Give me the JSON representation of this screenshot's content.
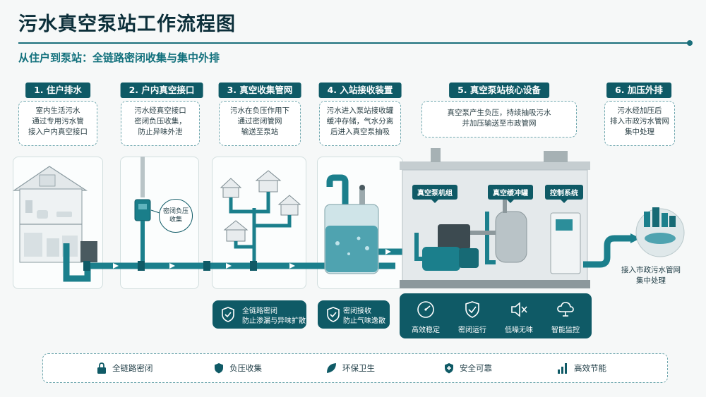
{
  "title": "污水真空泵站工作流程图",
  "subtitle": "从住户到泵站：全链路密闭收集与集中外排",
  "steps": [
    {
      "title": "1. 住户排水",
      "desc": [
        "室内生活污水",
        "通过专用污水管",
        "接入户内真空接口"
      ]
    },
    {
      "title": "2. 户内真空接口",
      "desc": [
        "污水经真空接口",
        "密闭负压收集，",
        "防止异味外泄"
      ]
    },
    {
      "title": "3. 真空收集管网",
      "desc": [
        "污水在负压作用下",
        "通过密闭管网",
        "输送至泵站"
      ]
    },
    {
      "title": "4. 入站接收装置",
      "desc": [
        "污水进入泵站接收罐",
        "缓冲存储，气水分离",
        "后进入真空泵抽吸"
      ]
    },
    {
      "title": "5. 真空泵站核心设备",
      "desc": [
        "真空泵产生负压，持续抽吸污水",
        "并加压输送至市政管网"
      ]
    },
    {
      "title": "6. 加压外排",
      "desc": [
        "污水经加压后",
        "排入市政污水管网",
        "集中处理"
      ]
    }
  ],
  "callouts": {
    "sealed_negative": [
      "密闭负压",
      "收集"
    ],
    "outlet": [
      "接入市政污水管网",
      "集中处理"
    ]
  },
  "equipment_labels": {
    "pump_unit": "真空泵机组",
    "buffer_tank": "真空缓冲罐",
    "control_system": "控制系统"
  },
  "feature_boxes": [
    {
      "lines": [
        "全链路密闭",
        "防止渗漏与异味扩散"
      ],
      "icon": "shield-check-icon"
    },
    {
      "lines": [
        "密闭接收",
        "防止气味逸散"
      ],
      "icon": "shield-check-icon"
    }
  ],
  "core_features": [
    {
      "label": "高效稳定",
      "icon": "gauge-icon"
    },
    {
      "label": "密闭运行",
      "icon": "shield-check-icon"
    },
    {
      "label": "低噪无味",
      "icon": "mute-speaker-icon"
    },
    {
      "label": "智能监控",
      "icon": "cloud-monitor-icon"
    }
  ],
  "bottom_bar": [
    {
      "label": "全链路密闭",
      "icon": "lock-icon"
    },
    {
      "label": "负压收集",
      "icon": "shield-icon"
    },
    {
      "label": "环保卫生",
      "icon": "leaf-icon"
    },
    {
      "label": "安全可靠",
      "icon": "shield-plus-icon"
    },
    {
      "label": "高效节能",
      "icon": "bar-chart-icon"
    }
  ],
  "colors": {
    "primary": "#0f5a66",
    "pipe": "#1b7f8c",
    "accent_text": "#11707c",
    "background": "#f6f8f8"
  }
}
